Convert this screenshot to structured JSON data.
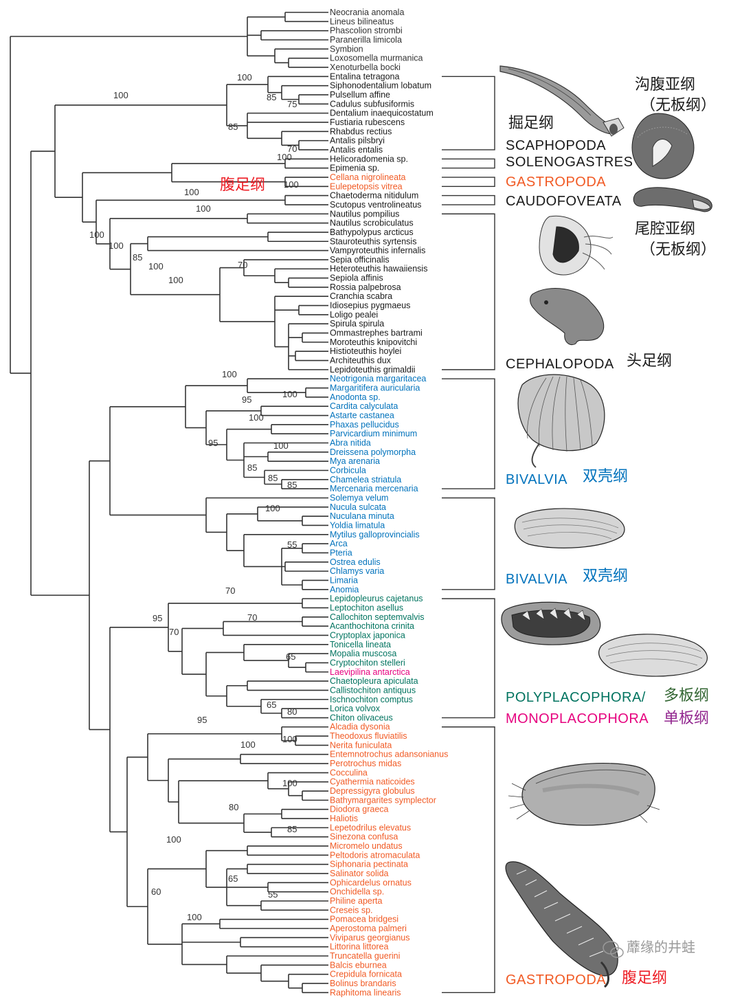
{
  "colors": {
    "branch": "#333333",
    "outgroup": "#333333",
    "mollusc_black": "#1a1a1a",
    "gastropod": "#f15a24",
    "bivalve": "#0072bc",
    "chiton": "#00735f",
    "mono": "#e6007e",
    "red": "#ed1c24",
    "dark_green": "#336633",
    "purple": "#92278f"
  },
  "taxa": [
    {
      "name": "Neocrania anomala",
      "group": "outgroup"
    },
    {
      "name": "Lineus bilineatus",
      "group": "outgroup"
    },
    {
      "name": "Phascolion strombi",
      "group": "outgroup"
    },
    {
      "name": "Paranerilla limicola",
      "group": "outgroup"
    },
    {
      "name": "Symbion",
      "group": "outgroup"
    },
    {
      "name": "Loxosomella murmanica",
      "group": "outgroup"
    },
    {
      "name": "Xenoturbella bocki",
      "group": "outgroup"
    },
    {
      "name": "Entalina tetragona",
      "group": "black"
    },
    {
      "name": "Siphonodentalium lobatum",
      "group": "black"
    },
    {
      "name": "Pulsellum affine",
      "group": "black"
    },
    {
      "name": "Cadulus subfusiformis",
      "group": "black"
    },
    {
      "name": "Dentalium inaequicostatum",
      "group": "black"
    },
    {
      "name": "Fustiaria rubescens",
      "group": "black"
    },
    {
      "name": "Rhabdus rectius",
      "group": "black"
    },
    {
      "name": "Antalis pilsbryi",
      "group": "black"
    },
    {
      "name": "Antalis entalis",
      "group": "black"
    },
    {
      "name": "Helicoradomenia sp.",
      "group": "black"
    },
    {
      "name": "Epimenia sp.",
      "group": "black"
    },
    {
      "name": "Cellana nigrolineata",
      "group": "gastropod"
    },
    {
      "name": "Eulepetopsis vitrea",
      "group": "gastropod"
    },
    {
      "name": "Chaetoderma nitidulum",
      "group": "black"
    },
    {
      "name": "Scutopus ventrolineatus",
      "group": "black"
    },
    {
      "name": "Nautilus pompilius",
      "group": "black"
    },
    {
      "name": "Nautilus scrobiculatus",
      "group": "black"
    },
    {
      "name": "Bathypolypus arcticus",
      "group": "black"
    },
    {
      "name": "Stauroteuthis syrtensis",
      "group": "black"
    },
    {
      "name": "Vampyroteuthis infernalis",
      "group": "black"
    },
    {
      "name": "Sepia officinalis",
      "group": "black"
    },
    {
      "name": "Heteroteuthis hawaiiensis",
      "group": "black"
    },
    {
      "name": "Sepiola affinis",
      "group": "black"
    },
    {
      "name": "Rossia palpebrosa",
      "group": "black"
    },
    {
      "name": "Cranchia scabra",
      "group": "black"
    },
    {
      "name": "Idiosepius pygmaeus",
      "group": "black"
    },
    {
      "name": "Loligo pealei",
      "group": "black"
    },
    {
      "name": "Spirula spirula",
      "group": "black"
    },
    {
      "name": "Ommastrephes bartrami",
      "group": "black"
    },
    {
      "name": "Moroteuthis knipovitchi",
      "group": "black"
    },
    {
      "name": "Histioteuthis hoylei",
      "group": "black"
    },
    {
      "name": "Architeuthis dux",
      "group": "black"
    },
    {
      "name": "Lepidoteuthis grimaldii",
      "group": "black"
    },
    {
      "name": "Neotrigonia margaritacea",
      "group": "bivalve"
    },
    {
      "name": "Margaritifera auricularia",
      "group": "bivalve"
    },
    {
      "name": "Anodonta sp.",
      "group": "bivalve"
    },
    {
      "name": "Cardita calyculata",
      "group": "bivalve"
    },
    {
      "name": "Astarte castanea",
      "group": "bivalve"
    },
    {
      "name": "Phaxas pellucidus",
      "group": "bivalve"
    },
    {
      "name": "Parvicardium minimum",
      "group": "bivalve"
    },
    {
      "name": "Abra nitida",
      "group": "bivalve"
    },
    {
      "name": "Dreissena polymorpha",
      "group": "bivalve"
    },
    {
      "name": "Mya arenaria",
      "group": "bivalve"
    },
    {
      "name": "Corbicula",
      "group": "bivalve"
    },
    {
      "name": "Chamelea striatula",
      "group": "bivalve"
    },
    {
      "name": "Mercenaria mercenaria",
      "group": "bivalve"
    },
    {
      "name": "Solemya velum",
      "group": "bivalve"
    },
    {
      "name": "Nucula sulcata",
      "group": "bivalve"
    },
    {
      "name": "Nuculana minuta",
      "group": "bivalve"
    },
    {
      "name": "Yoldia limatula",
      "group": "bivalve"
    },
    {
      "name": "Mytilus galloprovincialis",
      "group": "bivalve"
    },
    {
      "name": "Arca",
      "group": "bivalve"
    },
    {
      "name": "Pteria",
      "group": "bivalve"
    },
    {
      "name": "Ostrea edulis",
      "group": "bivalve"
    },
    {
      "name": "Chlamys varia",
      "group": "bivalve"
    },
    {
      "name": "Limaria",
      "group": "bivalve"
    },
    {
      "name": "Anomia",
      "group": "bivalve"
    },
    {
      "name": "Lepidopleurus cajetanus",
      "group": "chiton"
    },
    {
      "name": "Leptochiton asellus",
      "group": "chiton"
    },
    {
      "name": "Callochiton septemvalvis",
      "group": "chiton"
    },
    {
      "name": "Acanthochitona crinita",
      "group": "chiton"
    },
    {
      "name": "Cryptoplax japonica",
      "group": "chiton"
    },
    {
      "name": "Tonicella lineata",
      "group": "chiton"
    },
    {
      "name": "Mopalia muscosa",
      "group": "chiton"
    },
    {
      "name": "Cryptochiton stelleri",
      "group": "chiton"
    },
    {
      "name": "Laevipilina antarctica",
      "group": "mono"
    },
    {
      "name": "Chaetopleura apiculata",
      "group": "chiton"
    },
    {
      "name": "Callistochiton antiquus",
      "group": "chiton"
    },
    {
      "name": "Ischnochiton comptus",
      "group": "chiton"
    },
    {
      "name": "Lorica volvox",
      "group": "chiton"
    },
    {
      "name": "Chiton olivaceus",
      "group": "chiton"
    },
    {
      "name": "Alcadia dysonia",
      "group": "gastropod"
    },
    {
      "name": "Theodoxus fluviatilis",
      "group": "gastropod"
    },
    {
      "name": "Nerita funiculata",
      "group": "gastropod"
    },
    {
      "name": "Entemnotrochus adansonianus",
      "group": "gastropod"
    },
    {
      "name": "Perotrochus midas",
      "group": "gastropod"
    },
    {
      "name": "Cocculina",
      "group": "gastropod"
    },
    {
      "name": "Cyathermia naticoides",
      "group": "gastropod"
    },
    {
      "name": "Depressigyra globulus",
      "group": "gastropod"
    },
    {
      "name": "Bathymargarites symplector",
      "group": "gastropod"
    },
    {
      "name": "Diodora graeca",
      "group": "gastropod"
    },
    {
      "name": "Haliotis",
      "group": "gastropod"
    },
    {
      "name": "Lepetodrilus elevatus",
      "group": "gastropod"
    },
    {
      "name": "Sinezona confusa",
      "group": "gastropod"
    },
    {
      "name": "Micromelo undatus",
      "group": "gastropod"
    },
    {
      "name": "Peltodoris atromaculata",
      "group": "gastropod"
    },
    {
      "name": "Siphonaria pectinata",
      "group": "gastropod"
    },
    {
      "name": "Salinator solida",
      "group": "gastropod"
    },
    {
      "name": "Ophicardelus ornatus",
      "group": "gastropod"
    },
    {
      "name": "Onchidella sp.",
      "group": "gastropod"
    },
    {
      "name": "Philine aperta",
      "group": "gastropod"
    },
    {
      "name": "Creseis sp.",
      "group": "gastropod"
    },
    {
      "name": "Pomacea bridgesi",
      "group": "gastropod"
    },
    {
      "name": "Aperostoma palmeri",
      "group": "gastropod"
    },
    {
      "name": "Viviparus georgianus",
      "group": "gastropod"
    },
    {
      "name": "Littorina littorea",
      "group": "gastropod"
    },
    {
      "name": "Truncatella guerini",
      "group": "gastropod"
    },
    {
      "name": "Balcis eburnea",
      "group": "gastropod"
    },
    {
      "name": "Crepidula fornicata",
      "group": "gastropod"
    },
    {
      "name": "Bolinus brandaris",
      "group": "gastropod"
    },
    {
      "name": "Raphitoma linearis",
      "group": "gastropod"
    }
  ],
  "supports": [
    {
      "value": "100",
      "node": "scaphopoda"
    },
    {
      "value": "100",
      "node": "mollusca"
    },
    {
      "value": "85",
      "node": "gadilida"
    },
    {
      "value": "75",
      "node": "pulsellum-cadulus"
    },
    {
      "value": "85",
      "node": "dentaliida"
    },
    {
      "value": "70",
      "node": "antalis"
    },
    {
      "value": "100",
      "node": "solenogastres"
    },
    {
      "value": "100",
      "node": "patellogastropoda"
    },
    {
      "value": "100",
      "node": "caudofoveata"
    },
    {
      "value": "100",
      "node": "cephalopoda"
    },
    {
      "value": "100",
      "node": "coleoidea"
    },
    {
      "value": "100",
      "node": "octopodiformes"
    },
    {
      "value": "85",
      "node": "decapodiformes"
    },
    {
      "value": "100",
      "node": "sepiida"
    },
    {
      "value": "70",
      "node": "sepiolida"
    },
    {
      "value": "100",
      "node": "squids"
    },
    {
      "value": "100",
      "node": "palaeoheterodonta"
    },
    {
      "value": "95",
      "node": "archiheterodonta"
    },
    {
      "value": "100",
      "node": "unionida"
    },
    {
      "value": "100",
      "node": "phaxas-parvicardium"
    },
    {
      "value": "95",
      "node": "heterodonta"
    },
    {
      "value": "100",
      "node": "dreissena-mya"
    },
    {
      "value": "85",
      "node": "veneroida"
    },
    {
      "value": "85",
      "node": "veneridae-a"
    },
    {
      "value": "85",
      "node": "veneridae-b"
    },
    {
      "value": "100",
      "node": "nuculanoidea"
    },
    {
      "value": "55",
      "node": "pteriomorphia"
    },
    {
      "value": "70",
      "node": "lepidopleurida"
    },
    {
      "value": "95",
      "node": "serialia"
    },
    {
      "value": "70",
      "node": "chitonida"
    },
    {
      "value": "70",
      "node": "acanthochitonina"
    },
    {
      "value": "65",
      "node": "mopaliidae"
    },
    {
      "value": "65",
      "node": "chitonoidea"
    },
    {
      "value": "80",
      "node": "chitonidae"
    },
    {
      "value": "95",
      "node": "neritimorpha"
    },
    {
      "value": "100",
      "node": "nerita"
    },
    {
      "value": "100",
      "node": "vetigastropoda"
    },
    {
      "value": "100",
      "node": "neomphalina"
    },
    {
      "value": "80",
      "node": "fissurellidae"
    },
    {
      "value": "85",
      "node": "scissurellidae"
    },
    {
      "value": "100",
      "node": "heterobranchia"
    },
    {
      "value": "65",
      "node": "panpulmonata"
    },
    {
      "value": "55",
      "node": "cephalaspidea"
    },
    {
      "value": "60",
      "node": "apogastropoda"
    },
    {
      "value": "100",
      "node": "caenogastropoda"
    }
  ],
  "clades": [
    {
      "id": "scaphopoda",
      "latin": "SCAPHOPODA",
      "latin_color": "#1a1a1a",
      "chinese": "掘足纲",
      "chinese_color": "#1a1a1a"
    },
    {
      "id": "solenogastres",
      "latin": "SOLENOGASTRES",
      "latin_color": "#1a1a1a",
      "chinese": "沟腹亚纲",
      "chinese_note": "（无板纲）",
      "chinese_color": "#1a1a1a"
    },
    {
      "id": "gastropoda-top",
      "latin": "GASTROPODA",
      "latin_color": "#f15a24",
      "chinese": "腹足纲",
      "chinese_color": "#ed1c24"
    },
    {
      "id": "caudofoveata",
      "latin": "CAUDOFOVEATA",
      "latin_color": "#1a1a1a",
      "chinese": "尾腔亚纲",
      "chinese_note": "（无板纲）",
      "chinese_color": "#1a1a1a"
    },
    {
      "id": "cephalopoda",
      "latin": "CEPHALOPODA",
      "latin_color": "#1a1a1a",
      "chinese": "头足纲",
      "chinese_color": "#1a1a1a"
    },
    {
      "id": "bivalvia-1",
      "latin": "BIVALVIA",
      "latin_color": "#0072bc",
      "chinese": "双壳纲",
      "chinese_color": "#0072bc"
    },
    {
      "id": "bivalvia-2",
      "latin": "BIVALVIA",
      "latin_color": "#0072bc",
      "chinese": "双壳纲",
      "chinese_color": "#0072bc"
    },
    {
      "id": "polyplacophora",
      "latin": "POLYPLACOPHORA/",
      "latin_color": "#00735f",
      "chinese": "多板纲",
      "chinese_color": "#336633"
    },
    {
      "id": "monoplacophora",
      "latin": "MONOPLACOPHORA",
      "latin_color": "#e6007e",
      "chinese": "单板纲",
      "chinese_color": "#92278f"
    },
    {
      "id": "gastropoda-bottom",
      "latin": "GASTROPODA",
      "latin_color": "#f15a24",
      "chinese": "腹足纲",
      "chinese_color": "#ed1c24"
    }
  ],
  "watermark": {
    "text": "蘼缘的井蛙",
    "icon": "wechat-icon"
  }
}
